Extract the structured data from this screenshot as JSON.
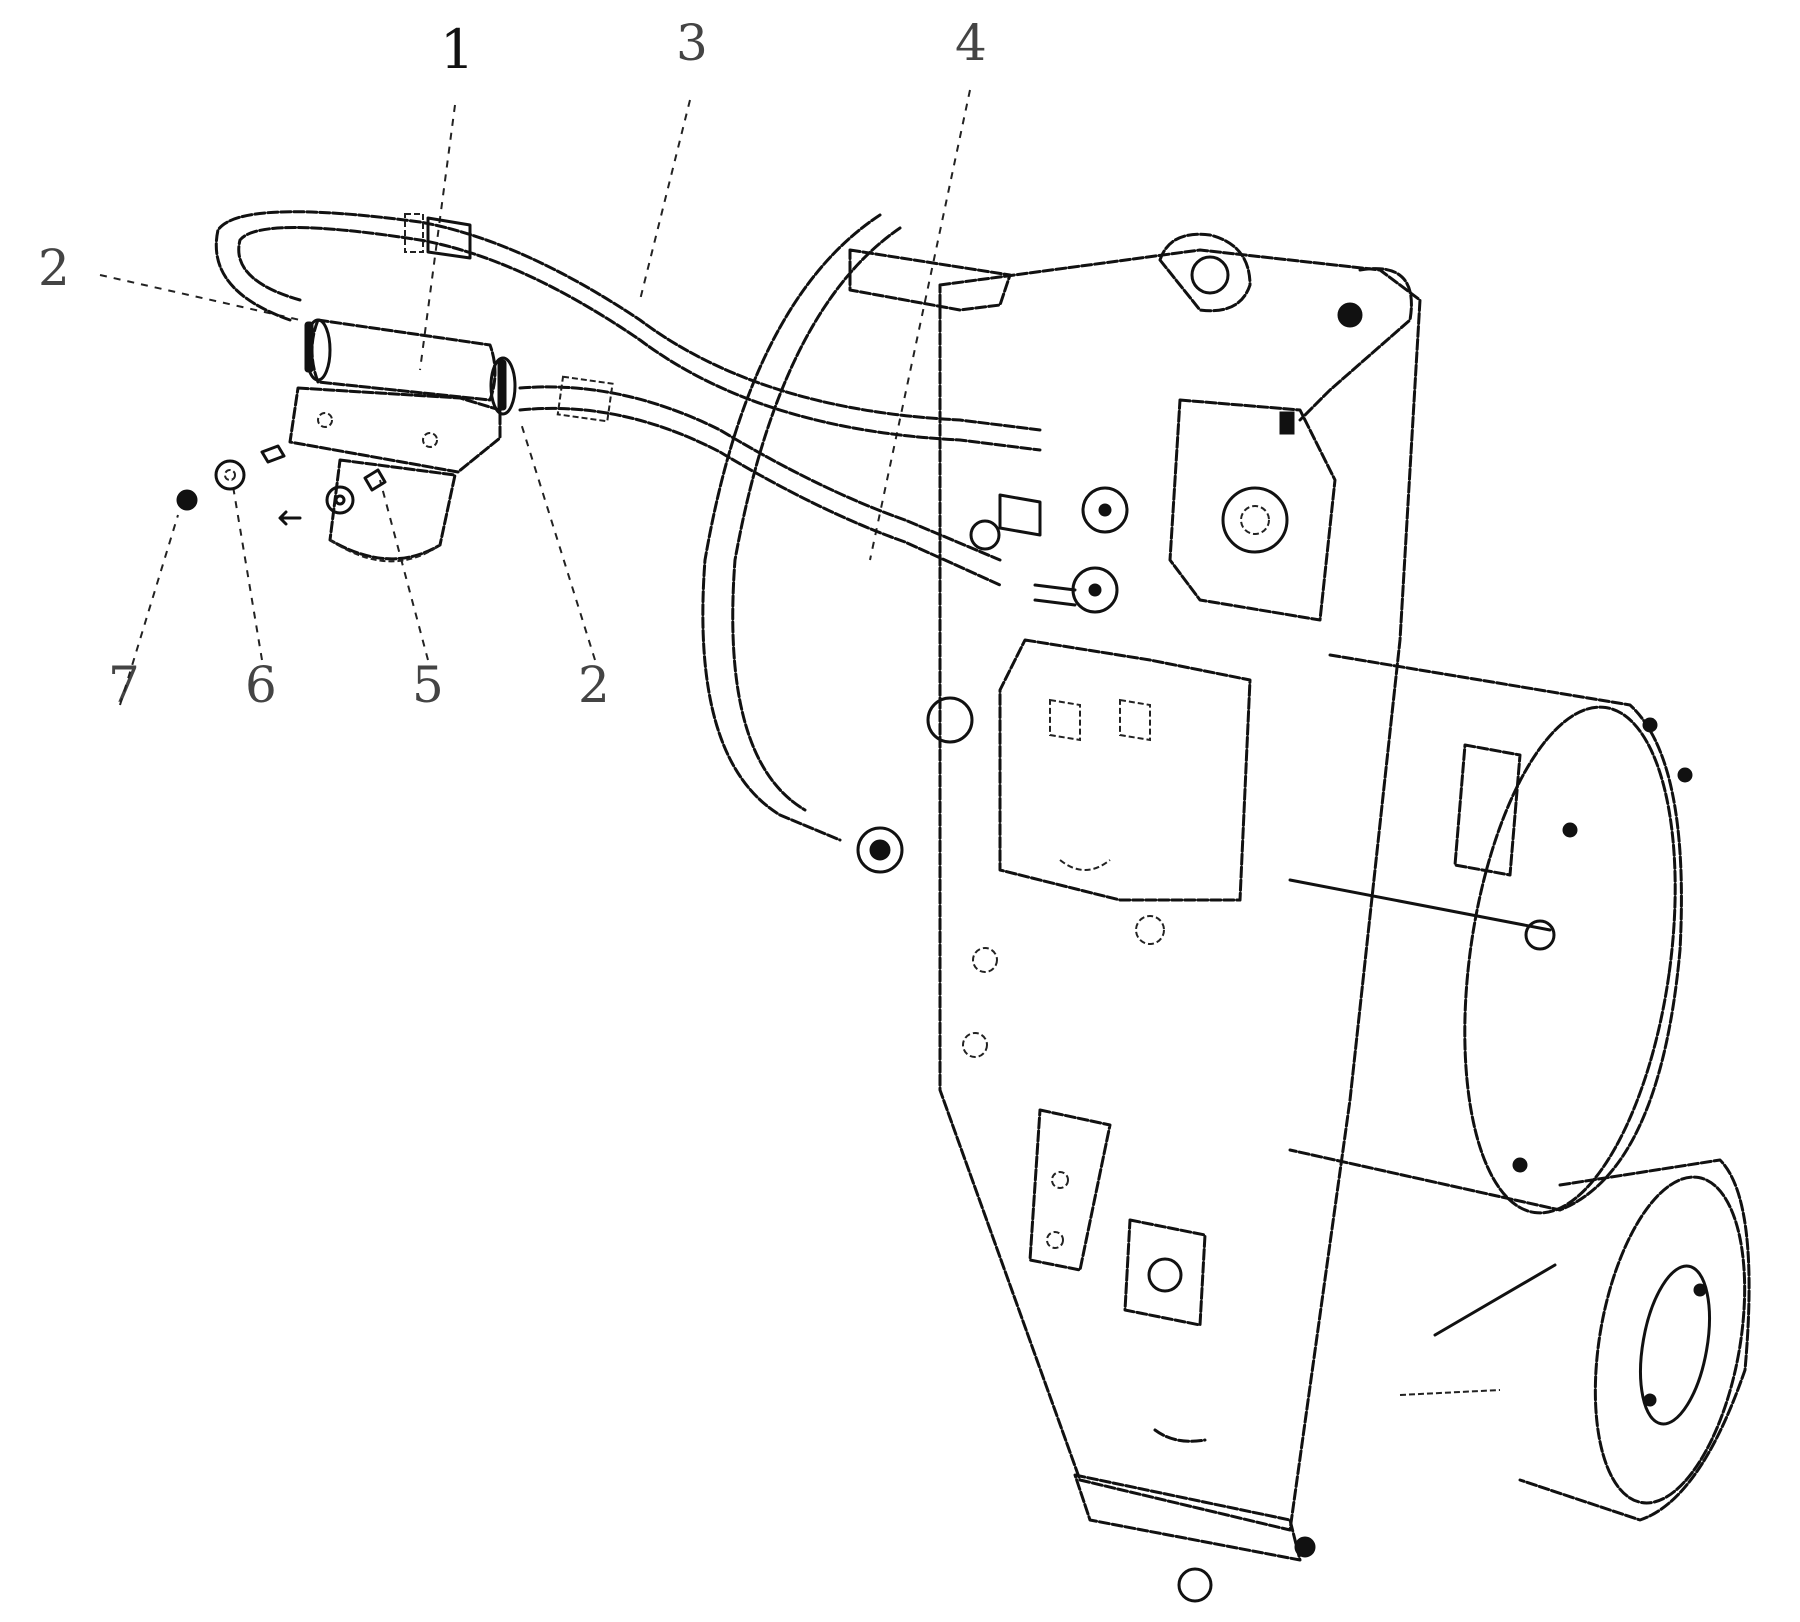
{
  "callouts": [
    {
      "id": "callout-1",
      "label": "1"
    },
    {
      "id": "callout-2-left",
      "label": "2"
    },
    {
      "id": "callout-3",
      "label": "3"
    },
    {
      "id": "callout-4",
      "label": "4"
    },
    {
      "id": "callout-5",
      "label": "5"
    },
    {
      "id": "callout-6",
      "label": "6"
    },
    {
      "id": "callout-7",
      "label": "7"
    },
    {
      "id": "callout-2-bottom",
      "label": "2"
    }
  ],
  "colors": {
    "line": "#111111",
    "background": "#ffffff"
  }
}
